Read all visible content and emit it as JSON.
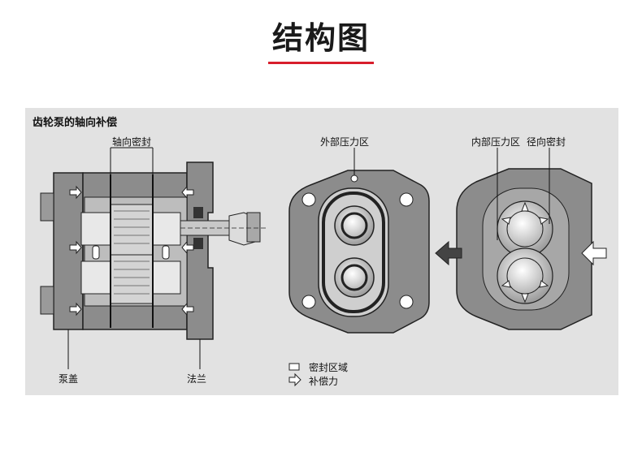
{
  "page_title": "结构图",
  "colors": {
    "accent_rule": "#d81e2c",
    "panel_bg": "#e2e2e2",
    "part_dark": "#8c8c8c",
    "part_light": "#e8e8e8"
  },
  "panel": {
    "title": "齿轮泵的轴向补偿",
    "labels": {
      "axial_seal": "轴向密封",
      "outer_zone": "外部压力区",
      "inner_zone": "内部压力区",
      "radial_seal": "径向密封",
      "pump_cover": "泵盖",
      "flange": "法兰"
    },
    "legend": {
      "seal_area": "密封区域",
      "compensation_force": "补偿力"
    }
  }
}
